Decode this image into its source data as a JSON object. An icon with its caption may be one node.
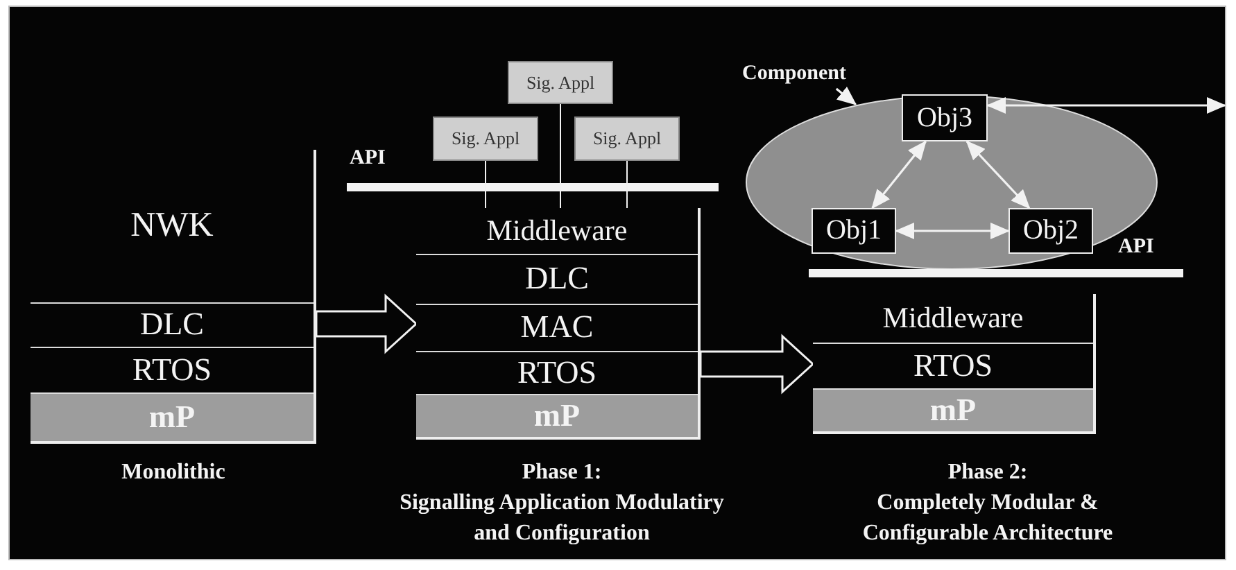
{
  "diagram": {
    "nodes": [
      {
        "text": [],
        "shape": "box",
        "beside": [
          "Monolithic"
        ]
      },
      {
        "text": [
          "NWK"
        ],
        "in": 0
      },
      {
        "text": [
          "DLC"
        ],
        "in": 0
      },
      {
        "text": [
          "RTOS"
        ],
        "in": 0
      },
      {
        "text": [
          "mP"
        ],
        "in": 0
      },
      {
        "text": [
          "Sig. Appl"
        ]
      },
      {
        "text": [
          "Sig. Appl"
        ]
      },
      {
        "text": [
          "Sig. Appl"
        ]
      },
      {
        "text": [],
        "shape": "box",
        "beside": [
          "Phase 1:",
          "Signalling Application Modulatiry and Configuration"
        ]
      },
      {
        "text": [
          "Middleware"
        ],
        "in": 8
      },
      {
        "text": [
          "DLC"
        ],
        "in": 8
      },
      {
        "text": [
          "MAC"
        ],
        "in": 8
      },
      {
        "text": [
          "RTOS"
        ],
        "in": 8
      },
      {
        "text": [
          "mP"
        ],
        "in": 8
      },
      {
        "text": [
          "Component"
        ]
      },
      {
        "text": [],
        "shape": "ellipse"
      },
      {
        "text": [
          "Obj3"
        ],
        "in": 15
      },
      {
        "text": [
          "Obj1"
        ],
        "in": 15
      },
      {
        "text": [
          "Obj2"
        ],
        "in": 15
      },
      {
        "text": [],
        "shape": "box",
        "beside": [
          "Phase 2:",
          "Completely Modular & Configurable Architecture"
        ]
      },
      {
        "text": [
          "Middleware"
        ],
        "in": 19
      },
      {
        "text": [
          "RTOS"
        ],
        "in": 19
      },
      {
        "text": [
          "mP"
        ],
        "in": 19
      }
    ],
    "edges": [
      {
        "from": 0,
        "to": 8,
        "arrow": "to",
        "style": "thick"
      },
      {
        "from": 5,
        "to": 9,
        "arrow": "none"
      },
      {
        "from": 6,
        "to": 9,
        "arrow": "none"
      },
      {
        "from": 7,
        "to": 9,
        "arrow": "none"
      },
      {
        "from": 8,
        "to": 19,
        "arrow": "to",
        "style": "thick"
      },
      {
        "from": 14,
        "to": 15,
        "arrow": "to"
      },
      {
        "from": 16,
        "to": 17,
        "arrow": "both"
      },
      {
        "from": 16,
        "to": 18,
        "arrow": "both"
      },
      {
        "from": 17,
        "to": 18,
        "arrow": "both"
      },
      {
        "from": 16,
        "to": null,
        "arrow": "both"
      }
    ],
    "labels": [
      "API",
      "API"
    ]
  }
}
